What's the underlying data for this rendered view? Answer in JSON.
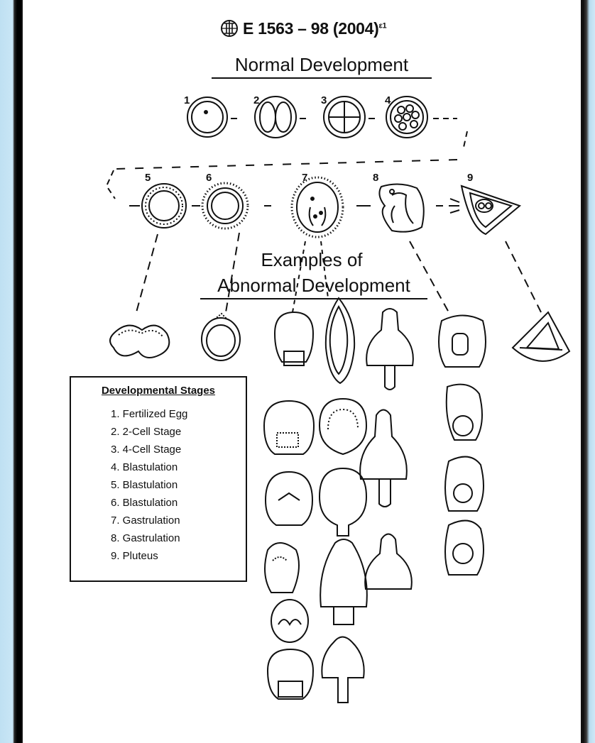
{
  "header": {
    "logo_text": "ASTM",
    "designation": "E 1563 – 98 (2004)",
    "superscript": "ε1"
  },
  "headings": {
    "normal": "Normal Development",
    "abnormal_line1": "Examples of",
    "abnormal_line2": "Abnormal Development"
  },
  "normal_stages": [
    {
      "number": "1"
    },
    {
      "number": "2"
    },
    {
      "number": "3"
    },
    {
      "number": "4"
    },
    {
      "number": "5"
    },
    {
      "number": "6"
    },
    {
      "number": "7"
    },
    {
      "number": "8"
    },
    {
      "number": "9"
    }
  ],
  "legend": {
    "title": "Developmental Stages",
    "items": [
      "1. Fertilized Egg",
      "2. 2-Cell Stage",
      "3. 4-Cell Stage",
      "4. Blastulation",
      "5. Blastulation",
      "6. Blastulation",
      "7. Gastrulation",
      "8. Gastrulation",
      "9. Pluteus"
    ]
  }
}
